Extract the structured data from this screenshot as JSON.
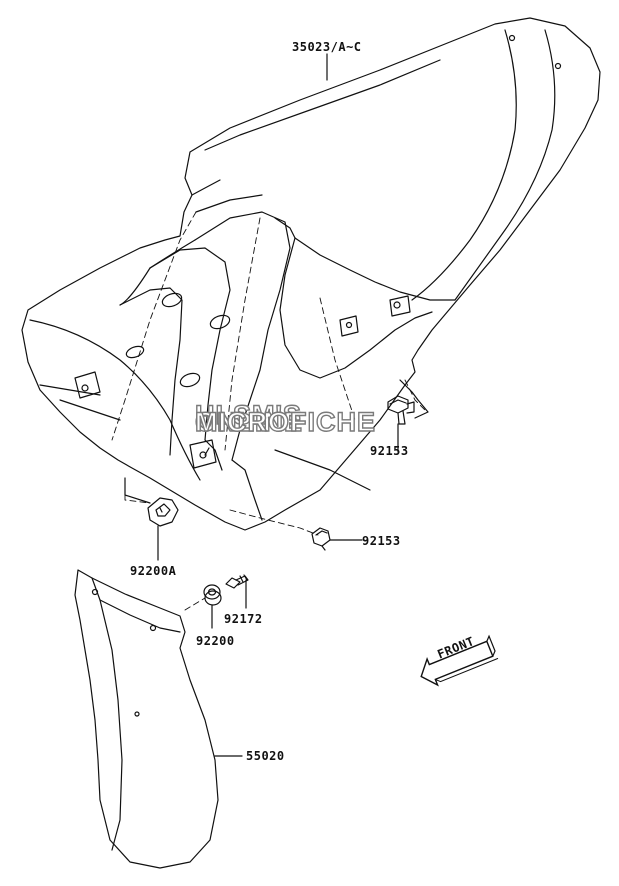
{
  "parts": {
    "p35023": "35023/A~C",
    "p92153_upper": "92153",
    "p92153_lower": "92153",
    "p92200A": "92200A",
    "p92172": "92172",
    "p92200": "92200",
    "p55020": "55020"
  },
  "front_arrow": {
    "label": "FRONT"
  },
  "watermark": {
    "line1": "HLSM'S",
    "line2": "ONLINE",
    "line3": "MICROFICHE"
  },
  "colors": {
    "line": "#111111",
    "watermark_outline": "#7a7a7a"
  }
}
